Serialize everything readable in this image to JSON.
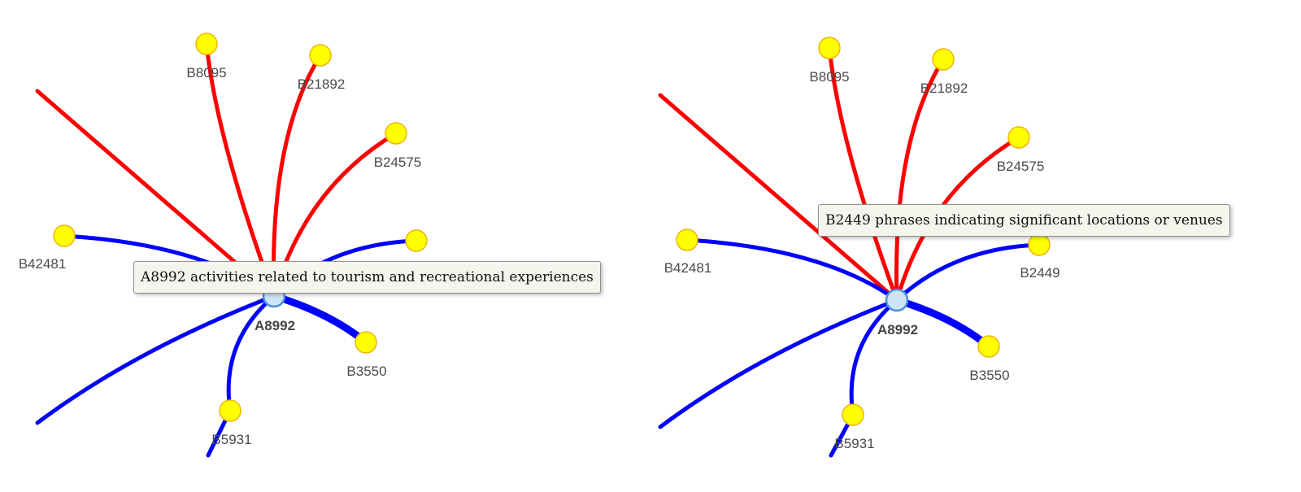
{
  "panels": [
    {
      "hub": {
        "id": "A8992"
      },
      "nodes": [
        "B8095",
        "B21892",
        "B24575",
        "B42481",
        "B3550",
        "B5931"
      ],
      "tooltip": "A8992 activities related to tourism and recreational experiences"
    },
    {
      "hub": {
        "id": "A8992"
      },
      "nodes": [
        "B8095",
        "B21892",
        "B24575",
        "B42481",
        "B2449",
        "B3550",
        "B5931"
      ],
      "tooltip": "B2449 phrases indicating significant locations or venues"
    }
  ],
  "colors": {
    "red_edge": "#ff0000",
    "blue_edge": "#0000ff",
    "leaf_node": "#ffff00",
    "hub_node": "#cfe3f7"
  }
}
